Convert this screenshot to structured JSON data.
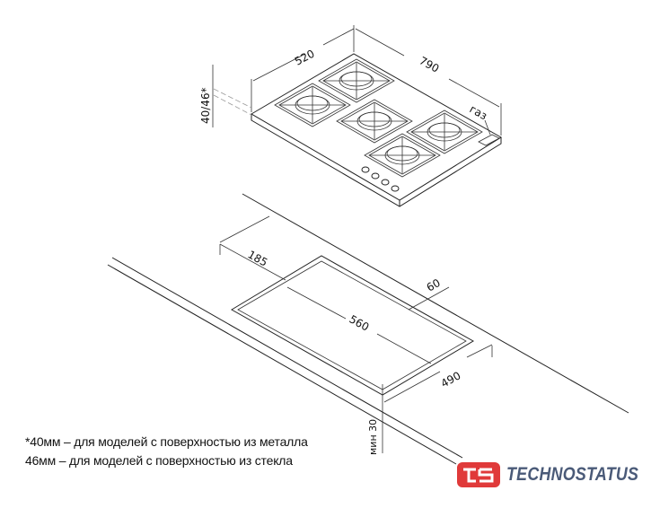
{
  "dimensions": {
    "depth": "520",
    "width": "790",
    "height": "40/46*",
    "gas_label": "газ",
    "cutout_offset": "185",
    "cutout_width": "560",
    "cutout_margin": "60",
    "cutout_depth": "490",
    "min_gap": "мин 30"
  },
  "notes": [
    "*40мм – для моделей с поверхностью из металла",
    "46мм – для моделей с поверхностью из стекла"
  ],
  "logo": {
    "mark": "ts",
    "name": "TECHNOSTATUS",
    "mark_color": "#e03a3a",
    "name_color": "#4a5a78"
  }
}
